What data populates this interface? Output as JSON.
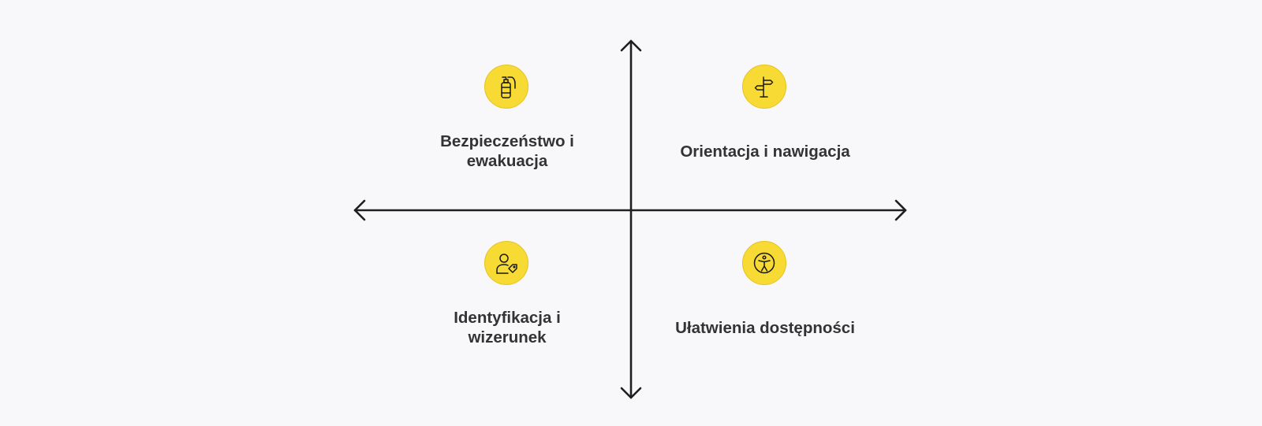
{
  "colors": {
    "background": "#f8f8fa",
    "icon_fill": "#f8da35",
    "axis": "#1f1f1f",
    "text": "#333333"
  },
  "diagram": {
    "type": "quadrant",
    "quadrants": [
      {
        "position": "top-left",
        "label": "Bezpieczeństwo i ewakuacja",
        "icon": "fire-extinguisher-icon"
      },
      {
        "position": "top-right",
        "label": "Orientacja i nawigacja",
        "icon": "signpost-icon"
      },
      {
        "position": "bottom-left",
        "label": "Identyfikacja i wizerunek",
        "icon": "person-tag-icon"
      },
      {
        "position": "bottom-right",
        "label": "Ułatwienia dostępności",
        "icon": "accessibility-icon"
      }
    ]
  }
}
